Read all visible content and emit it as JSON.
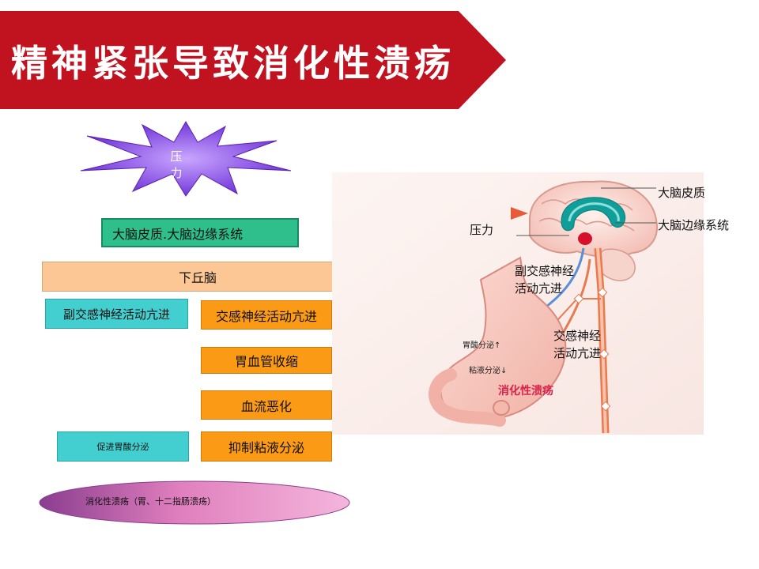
{
  "title": "精神紧张导致消化性溃疡",
  "colors": {
    "banner": "#c1121f",
    "star": "#7b3ee3",
    "cortex_box": "#2ebf8d",
    "hypothalamus_box": "#fcc795",
    "parasympathetic_box": "#43cfd0",
    "sympathetic_box": "#fb9a14",
    "ellipse": "#cc5fa6"
  },
  "flow": {
    "stress": "压　力",
    "cortex_limbic": "大脑皮质.大脑边缘系统",
    "hypothalamus": "下丘脑",
    "parasympathetic": "副交感神经活动亢进",
    "sympathetic": "交感神经活动亢进",
    "vasoconstriction": "胃血管收缩",
    "blood_flow": "血流恶化",
    "acid": "促进胃酸分泌",
    "mucus": "抑制粘液分泌",
    "result": "消化性溃疡（胃、十二指肠溃疡）"
  },
  "illustration": {
    "pressure": "压力",
    "cortex": "大脑皮质",
    "limbic": "大脑边缘系统",
    "parasympathetic": "副交感神经活动亢进",
    "sympathetic": "交感神经活动亢进",
    "acid": "胃酸分泌↑",
    "mucus": "粘液分泌↓",
    "ulcer": "消化性溃疡"
  }
}
